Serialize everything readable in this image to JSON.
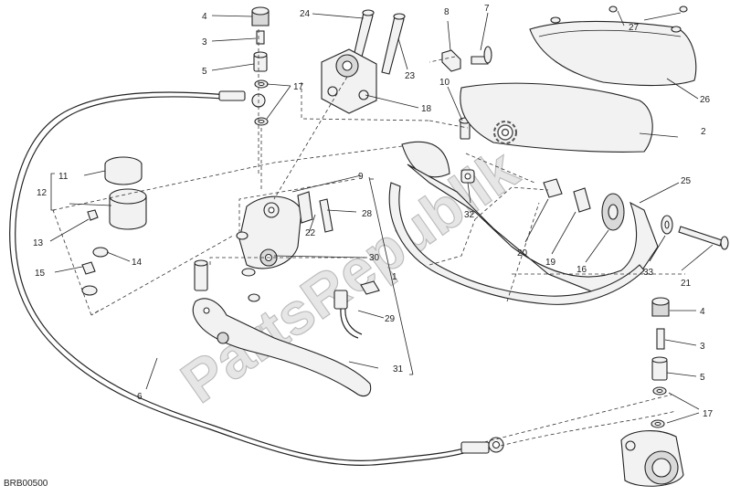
{
  "diagram": {
    "code": "BRB00500",
    "watermark": "PartsRepublik",
    "callouts": {
      "c1": "1",
      "c2": "2",
      "c3a": "3",
      "c3b": "3",
      "c4a": "4",
      "c4b": "4",
      "c5a": "5",
      "c5b": "5",
      "c6": "6",
      "c7": "7",
      "c8": "8",
      "c9": "9",
      "c10": "10",
      "c11": "11",
      "c12": "12",
      "c13": "13",
      "c14": "14",
      "c15": "15",
      "c16": "16",
      "c17a": "17",
      "c17b": "17",
      "c18": "18",
      "c19": "19",
      "c20": "20",
      "c21": "21",
      "c22": "22",
      "c23": "23",
      "c24": "24",
      "c25": "25",
      "c26": "26",
      "c27": "27",
      "c28": "28",
      "c29": "29",
      "c30": "30",
      "c31": "31",
      "c32": "32",
      "c33": "33"
    }
  }
}
